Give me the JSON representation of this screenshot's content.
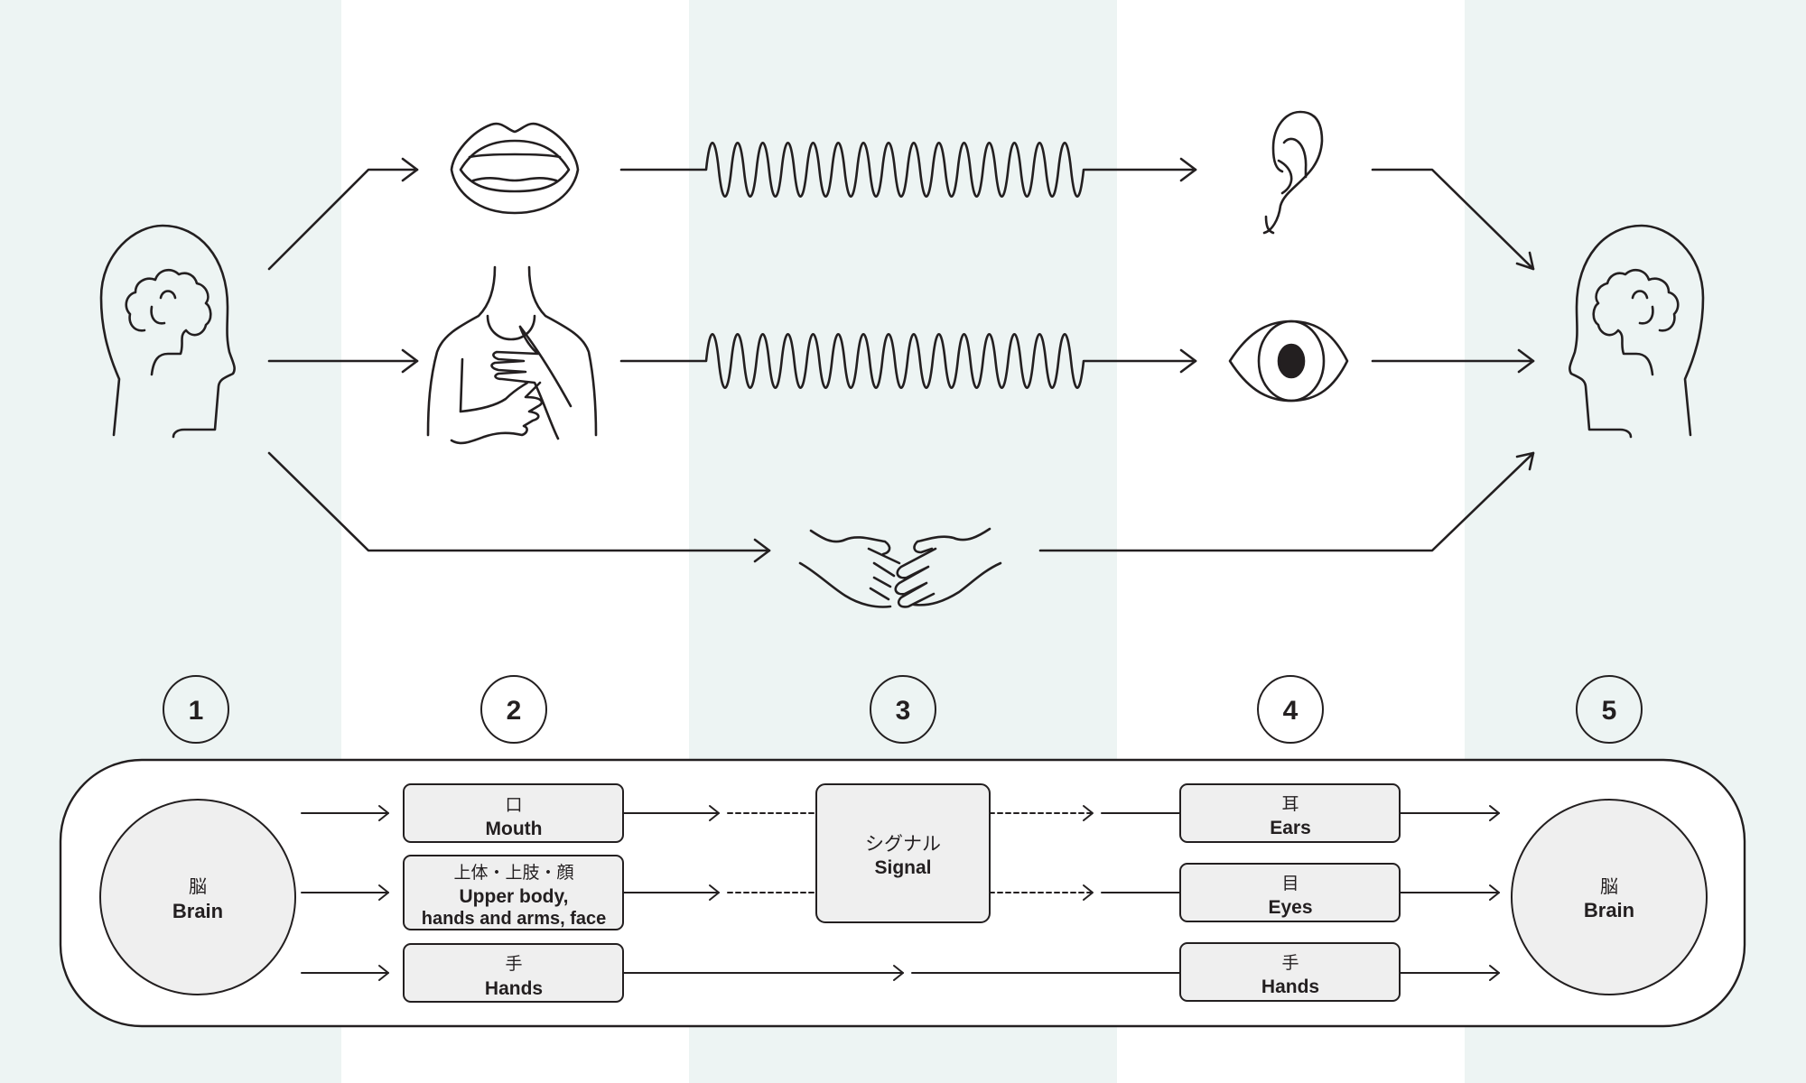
{
  "colors": {
    "band_tint": "#edf4f3",
    "stroke": "#231f20",
    "box_fill": "#efefef",
    "panel_fill": "#ffffff"
  },
  "illustration": {
    "icons": [
      "brain-head-icon",
      "mouth-icon",
      "signing-upper-body-icon",
      "sound-wave-icon",
      "light-wave-icon",
      "ear-icon",
      "eye-icon",
      "handshake-icon",
      "brain-head-icon"
    ]
  },
  "steps": [
    "1",
    "2",
    "3",
    "4",
    "5"
  ],
  "flow": {
    "source": {
      "jp": "脳",
      "en": "Brain"
    },
    "senders": [
      {
        "jp": "口",
        "en": "Mouth"
      },
      {
        "jp": "上体・上肢・顔",
        "en": "Upper body,",
        "en2": "hands and arms, face"
      },
      {
        "jp": "手",
        "en": "Hands"
      }
    ],
    "signal": {
      "jp": "シグナル",
      "en": "Signal"
    },
    "receivers": [
      {
        "jp": "耳",
        "en": "Ears"
      },
      {
        "jp": "目",
        "en": "Eyes"
      },
      {
        "jp": "手",
        "en": "Hands"
      }
    ],
    "target": {
      "jp": "脳",
      "en": "Brain"
    }
  }
}
